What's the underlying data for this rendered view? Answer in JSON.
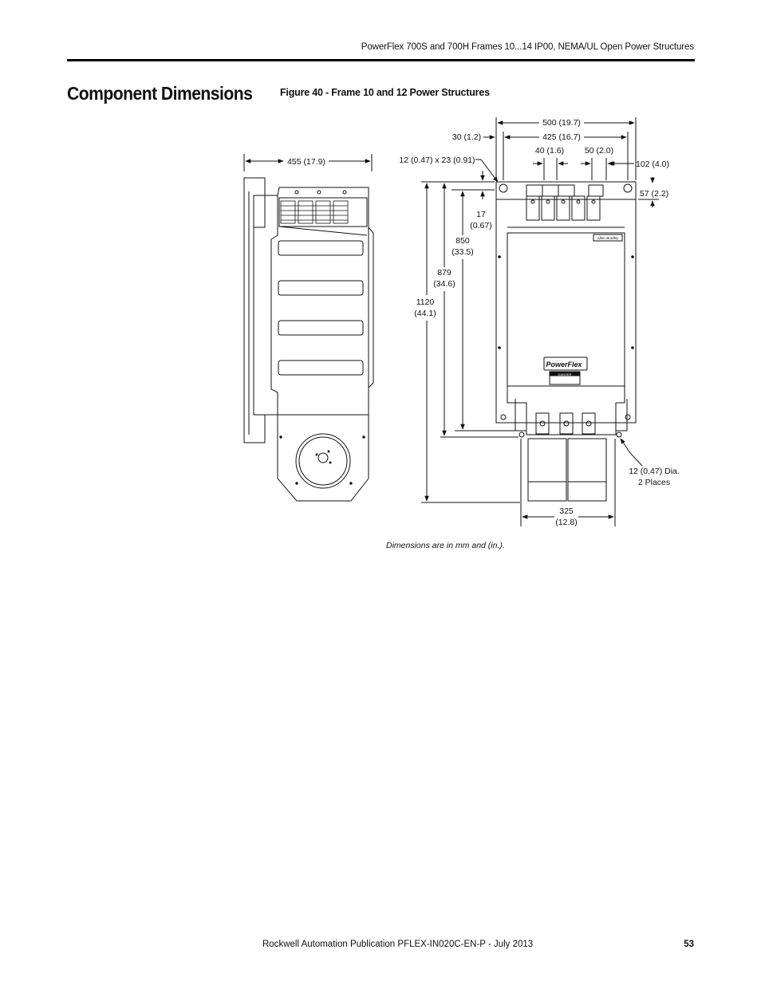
{
  "header": {
    "title": "PowerFlex 700S and 700H Frames 10...14 IP00, NEMA/UL Open Power Structures"
  },
  "section_title": "Component Dimensions",
  "figure": {
    "caption": "Figure 40 - Frame 10 and 12 Power Structures",
    "dimensions": {
      "side_width": "455 (17.9)",
      "overall_width": "500 (19.7)",
      "mount_width": "425 (16.7)",
      "edge_offset": "30 (1.2)",
      "terminal_spacing_40": "40 (1.6)",
      "terminal_spacing_50": "50 (2.0)",
      "right_offset": "102 (4.0)",
      "top_offset": "57 (2.2)",
      "slot_size": "12 (0.47) x 23 (0.91)",
      "h17_a": "17",
      "h17_b": "(0.67)",
      "h850_a": "850",
      "h850_b": "(33.5)",
      "h879_a": "879",
      "h879_b": "(34.6)",
      "h1120_a": "1120",
      "h1120_b": "(44.1)",
      "hole_a": "12 (0.47) Dia.",
      "hole_b": "2 Places",
      "bottom_width_a": "325",
      "bottom_width_b": "(12.8)"
    },
    "labels": {
      "brand": "PowerFlex",
      "maker": "Allen-Bradley",
      "warning": "DANGER"
    },
    "note": "Dimensions are in mm and (in.)."
  },
  "footer": {
    "publication": "Rockwell Automation Publication PFLEX-IN020C-EN-P - July 2013",
    "page_number": "53"
  }
}
